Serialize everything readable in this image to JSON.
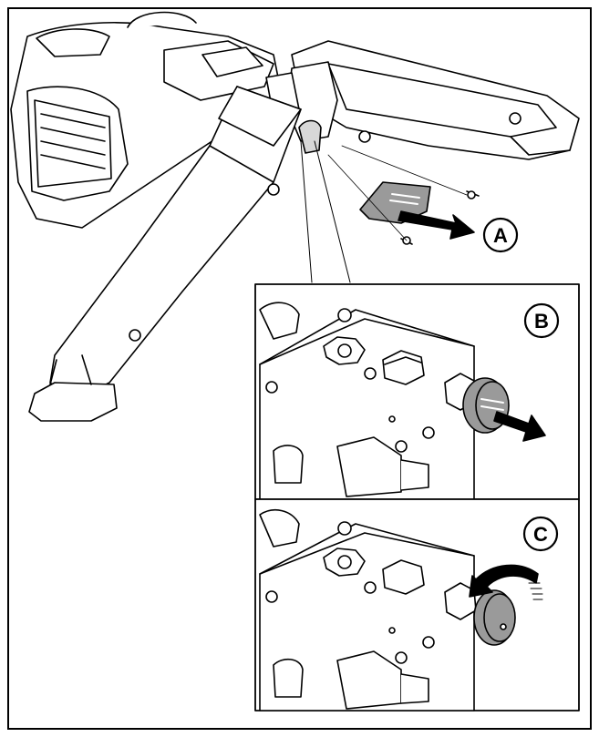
{
  "callouts": {
    "a": "A",
    "b": "B",
    "c": "C"
  },
  "colors": {
    "line": "#000000",
    "fill": "#ffffff",
    "shade": "#9a9a9a",
    "light_shade": "#d8d8d8"
  },
  "icons": [
    "arrow-right-icon",
    "rotate-arrow-icon"
  ]
}
